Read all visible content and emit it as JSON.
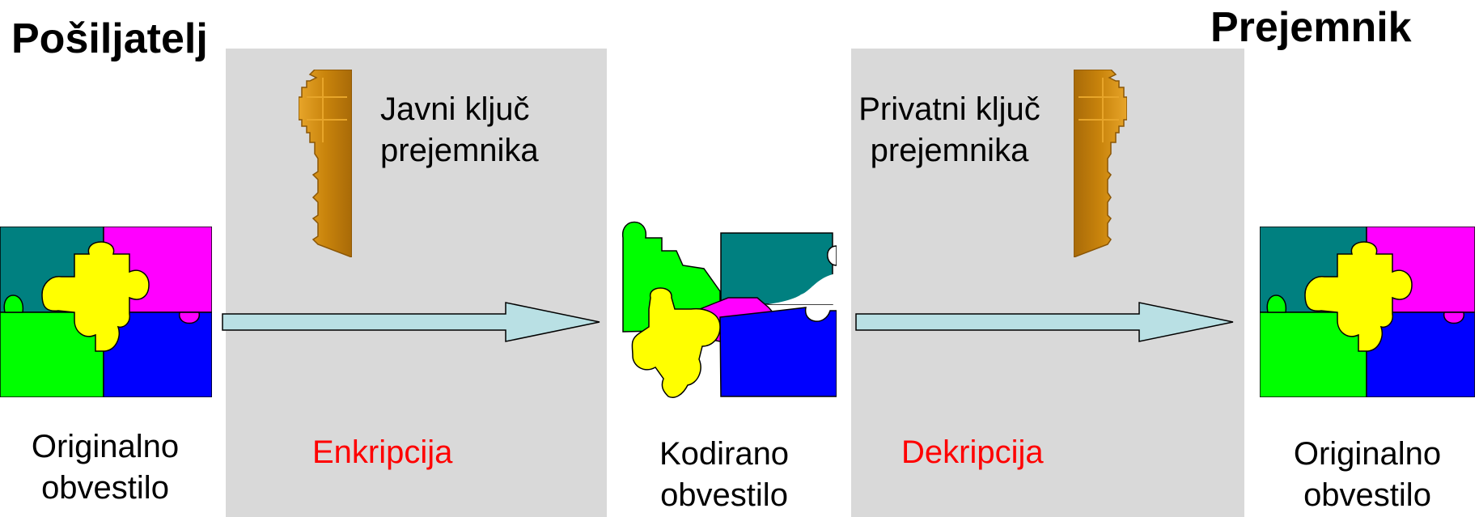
{
  "sender_title": "Pošiljatelj",
  "receiver_title": "Prejemnik",
  "public_key_label": "Javni ključ\nprejemnika",
  "private_key_label": "Privatni ključ\nprejemnika",
  "encryption_label": "Enkripcija",
  "decryption_label": "Dekripcija",
  "original_message_left": "Originalno\nobvestilo",
  "encoded_message": "Kodirano\nobvestilo",
  "original_message_right": "Originalno\nobvestilo",
  "colors": {
    "panel": "#d9d9d9",
    "teal": "#008080",
    "magenta": "#ff00ff",
    "green": "#00ff00",
    "blue": "#0000ff",
    "yellow": "#ffff00",
    "arrow": "#b9e0e4",
    "key": "#c9840c",
    "label_red": "#ff0000"
  },
  "icons": {
    "public_key": "key-icon",
    "private_key": "key-icon",
    "puzzle": "puzzle-icon"
  }
}
